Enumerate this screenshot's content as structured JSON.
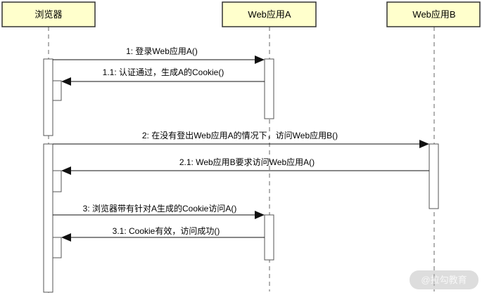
{
  "participants": [
    {
      "label": "浏览器"
    },
    {
      "label": "Web应用A"
    },
    {
      "label": "Web应用B"
    }
  ],
  "messages": [
    {
      "label": "1: 登录Web应用A()"
    },
    {
      "label": "1.1: 认证通过，生成A的Cookie()"
    },
    {
      "label": "2: 在没有登出Web应用A的情况下，访问Web应用B()"
    },
    {
      "label": "2.1: Web应用B要求访问Web应用A()"
    },
    {
      "label": "3: 浏览器带有针对A生成的Cookie访问A()"
    },
    {
      "label": "3.1: Cookie有效，访问成功()"
    }
  ],
  "watermark": {
    "text": "@拉勾教育"
  },
  "colors": {
    "participant_fill": "#FFFFCC",
    "participant_border": "#333333",
    "arrow": "#111111"
  }
}
